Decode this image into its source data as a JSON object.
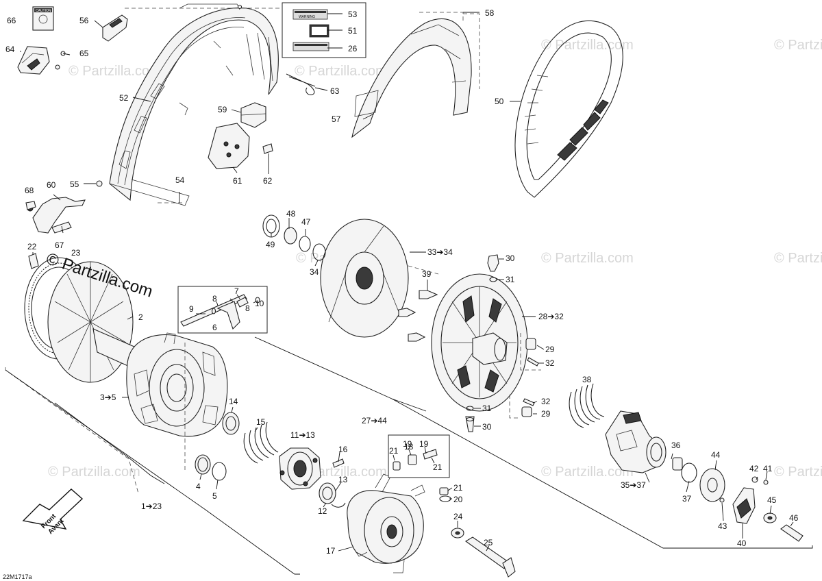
{
  "watermark": {
    "main": "© Partzilla.com",
    "faint": "© Partzilla.com"
  },
  "diagram_code": "22M1717a",
  "front_arrow": {
    "line1": "Front",
    "line2": "Avant"
  },
  "labels": {
    "caution_label": "CAUTION",
    "warning_label": "WARNING"
  },
  "callouts": {
    "c1_23": "1➔23",
    "c2": "2",
    "c3_5": "3➔5",
    "c4": "4",
    "c5": "5",
    "c6": "6",
    "c7": "7",
    "c8a": "8",
    "c8b": "8",
    "c9": "9",
    "c10": "10",
    "c11_13": "11➔13",
    "c12": "12",
    "c13": "13",
    "c14": "14",
    "c15": "15",
    "c16": "16",
    "c17": "17",
    "c18": "18",
    "c19": "19",
    "c20": "20",
    "c21a": "21",
    "c21b": "21",
    "c21c": "21",
    "c22": "22",
    "c23": "23",
    "c24": "24",
    "c25": "25",
    "c26": "26",
    "c27_44": "27➔44",
    "c28_32": "28➔32",
    "c29a": "29",
    "c29b": "29",
    "c30a": "30",
    "c30b": "30",
    "c31a": "31",
    "c31b": "31",
    "c32a": "32",
    "c32b": "32",
    "c33_34": "33➔34",
    "c34": "34",
    "c35_37": "35➔37",
    "c36": "36",
    "c37": "37",
    "c38": "38",
    "c39": "39",
    "c40": "40",
    "c41": "41",
    "c42": "42",
    "c43": "43",
    "c44": "44",
    "c45": "45",
    "c46": "46",
    "c47": "47",
    "c48": "48",
    "c49": "49",
    "c50": "50",
    "c51": "51",
    "c52": "52",
    "c53": "53",
    "c54": "54",
    "c55": "55",
    "c56": "56",
    "c57": "57",
    "c58": "58",
    "c59": "59",
    "c60": "60",
    "c61": "61",
    "c62": "62",
    "c63": "63",
    "c64": "64",
    "c65": "65",
    "c66": "66",
    "c67": "67",
    "c68": "68"
  }
}
